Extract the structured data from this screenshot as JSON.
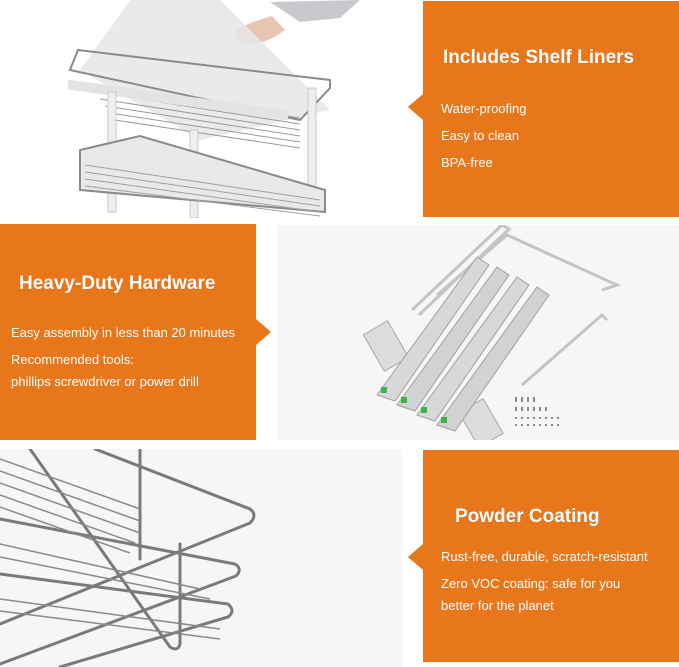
{
  "colors": {
    "accent": "#e8761b",
    "text_on_accent": "#ffffff",
    "photo_bg_grey": "#f6f6f6",
    "wire_grey": "#7a7a7c"
  },
  "sections": [
    {
      "title": "Includes Shelf Liners",
      "bullets": [
        "Water-proofing",
        "Easy to clean",
        "BPA-free"
      ],
      "image": "shelf-liner-being-placed-in-pull-out-basket-photo"
    },
    {
      "title": "Heavy-Duty Hardware",
      "bullets": [
        "Easy assembly in less than 20 minutes",
        "Recommended tools:",
        "phillips screwdriver or power drill"
      ],
      "image": "drawer-slides-brackets-and-screws-photo"
    },
    {
      "title": "Powder Coating",
      "bullets": [
        "Rust-free, durable, scratch-resistant",
        "Zero VOC coating: safe for you",
        "better for the planet"
      ],
      "image": "powder-coated-wire-basket-closeup-photo"
    }
  ]
}
